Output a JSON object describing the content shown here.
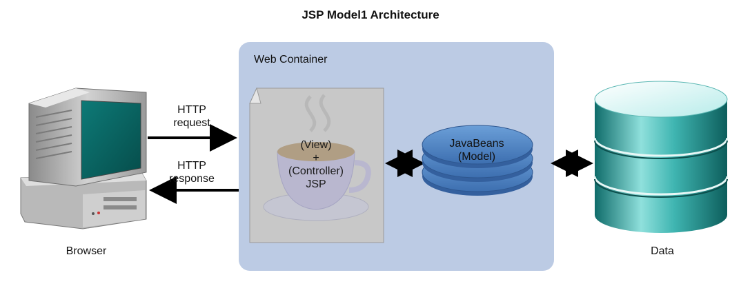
{
  "title": "JSP Model1 Architecture",
  "container": {
    "label": "Web Container"
  },
  "browser": {
    "label": "Browser",
    "icon": "computer-icon"
  },
  "http_request": {
    "line1": "HTTP",
    "line2": "request"
  },
  "http_response": {
    "line1": "HTTP",
    "line2": "response"
  },
  "jsp": {
    "line1": "(View)",
    "line2": "+",
    "line3": "(Controller)",
    "line4": "JSP",
    "icon": "coffee-cup-icon"
  },
  "javabeans": {
    "line1": "JavaBeans",
    "line2": "(Model)"
  },
  "data": {
    "label": "Data",
    "icon": "database-icon"
  },
  "colors": {
    "container": "#bccbe4",
    "beans": "#4a7fc0",
    "database": "#2b9d9a"
  }
}
